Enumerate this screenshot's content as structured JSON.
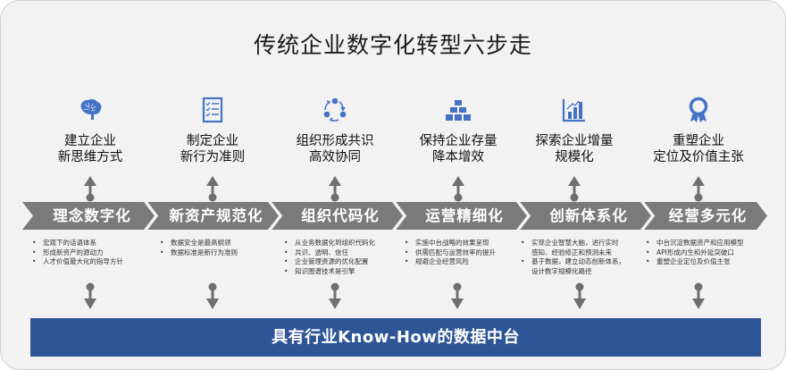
{
  "title": "传统企业数字化转型六步走",
  "colors": {
    "icon_blue": "#4472c4",
    "chevron_gray": "#7a7a7a",
    "arrow_gray": "#6f6f6f",
    "bar_blue": "#2e5596",
    "background": "#f2f2f2"
  },
  "steps": [
    {
      "icon": "brain-icon",
      "goal_line1": "建立企业",
      "goal_line2": "新思维方式",
      "phase": "理念数字化",
      "bullets": [
        "宏观下的话语体系",
        "形成新资产的源动力",
        "人才价值最大化的指导方针"
      ]
    },
    {
      "icon": "checklist-icon",
      "goal_line1": "制定企业",
      "goal_line2": "新行为准则",
      "phase": "新资产规范化",
      "bullets": [
        "数据安全是最高纲领",
        "数据标准是新行为准则"
      ]
    },
    {
      "icon": "cycle-icon",
      "goal_line1": "组织形成共识",
      "goal_line2": "高效协同",
      "phase": "组织代码化",
      "bullets": [
        "从业务数据化到组织代码化",
        "共识、透明、信任",
        "企业管理资源的优化配置",
        "知识图谱技术是引擎"
      ]
    },
    {
      "icon": "gold-bars-icon",
      "goal_line1": "保持企业存量",
      "goal_line2": "降本增效",
      "phase": "运营精细化",
      "bullets": [
        "实施中台战略的效果呈现",
        "供需匹配与运营效率的提升",
        "规避企业经营风险"
      ]
    },
    {
      "icon": "growth-chart-icon",
      "goal_line1": "探索企业增量",
      "goal_line2": "规模化",
      "phase": "创新体系化",
      "bullets": [
        "实现企业智慧大脑，进行实时",
        "感知、经验修正和预测未来",
        "基于数据，建立动态创新体系，",
        "设计数字规模化路径"
      ],
      "bullet_marks": [
        true,
        false,
        true,
        false
      ]
    },
    {
      "icon": "award-ribbon-icon",
      "goal_line1": "重塑企业",
      "goal_line2": "定位及价值主张",
      "phase": "经营多元化",
      "bullets": [
        "中台沉淀数据资产和应用模型",
        "API形成内生和外延突破口",
        "重塑企业定位及价值主张"
      ]
    }
  ],
  "bottom_bar": {
    "label": "具有行业Know-How的数据中台"
  }
}
